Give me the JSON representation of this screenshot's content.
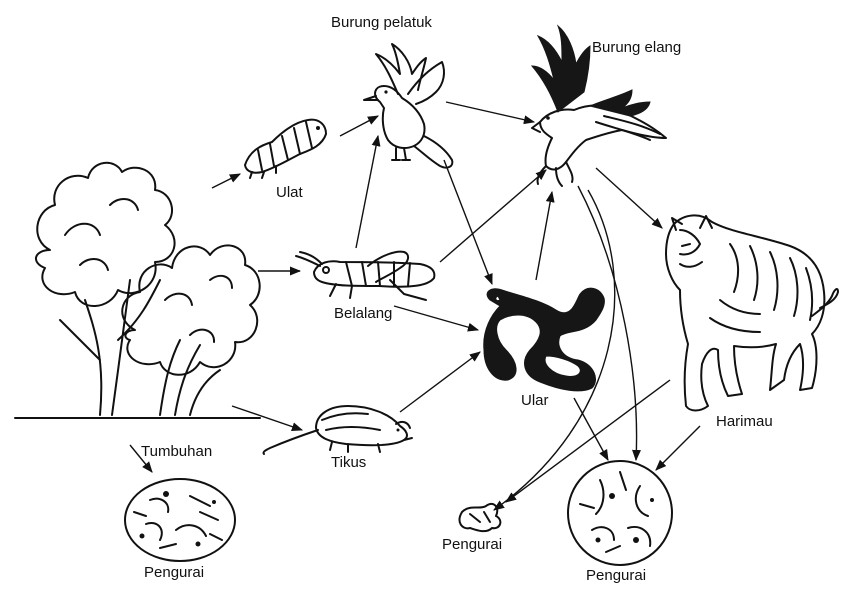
{
  "labels": {
    "burung_pelatuk": "Burung pelatuk",
    "burung_elang": "Burung elang",
    "ulat": "Ulat",
    "belalang": "Belalang",
    "ular": "Ular",
    "harimau": "Harimau",
    "tumbuhan": "Tumbuhan",
    "tikus": "Tikus",
    "pengurai_left": "Pengurai",
    "pengurai_mid": "Pengurai",
    "pengurai_right": "Pengurai"
  },
  "icons": {
    "plants": "tree-and-bush-icon",
    "caterpillar": "caterpillar-icon",
    "grasshopper": "grasshopper-icon",
    "rat": "rat-icon",
    "woodpecker": "woodpecker-bird-icon",
    "eagle": "eagle-icon",
    "snake": "snake-icon",
    "tiger": "tiger-icon",
    "decomposer": "microorganism-icon"
  },
  "colors": {
    "ink": "#111111",
    "background": "#ffffff"
  }
}
